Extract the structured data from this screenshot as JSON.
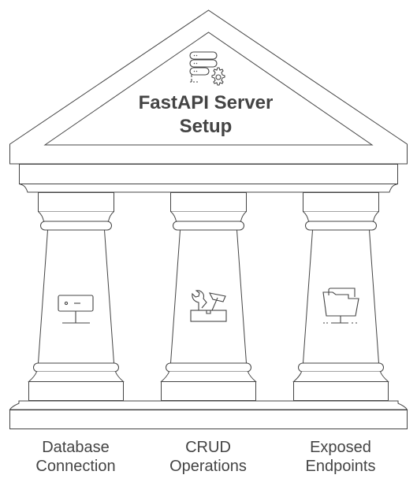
{
  "title": {
    "line1": "FastAPI Server",
    "line2": "Setup"
  },
  "pillars": [
    {
      "line1": "Database",
      "line2": "Connection",
      "icon": "server-icon"
    },
    {
      "line1": "CRUD",
      "line2": "Operations",
      "icon": "tools-icon"
    },
    {
      "line1": "Exposed",
      "line2": "Endpoints",
      "icon": "network-folder-icon"
    }
  ],
  "colors": {
    "stroke": "#444444",
    "text": "#444444",
    "background": "#ffffff"
  }
}
